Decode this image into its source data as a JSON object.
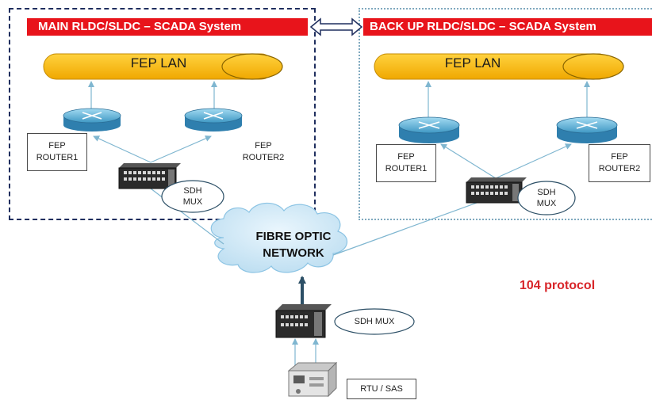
{
  "main_site": {
    "title": "MAIN RLDC/SLDC – SCADA System",
    "lan_label": "FEP LAN",
    "router1_line1": "FEP",
    "router1_line2": "ROUTER1",
    "router2_line1": "FEP",
    "router2_line2": "ROUTER2",
    "mux_line1": "SDH",
    "mux_line2": "MUX"
  },
  "backup_site": {
    "title": "BACK UP RLDC/SLDC – SCADA System",
    "lan_label": "FEP LAN",
    "router1_line1": "FEP",
    "router1_line2": "ROUTER1",
    "router2_line1": "FEP",
    "router2_line2": "ROUTER2",
    "mux_line1": "SDH",
    "mux_line2": "MUX"
  },
  "network": {
    "line1": "FIBRE OPTIC",
    "line2": "NETWORK"
  },
  "remote": {
    "mux_label": "SDH MUX",
    "rtu_label": "RTU / SAS"
  },
  "protocol_label": "104 protocol",
  "colors": {
    "title_bar": "#e8141b",
    "lan_fill": "#f5b800",
    "router_fill": "#7cc3e3",
    "cloud_fill": "#cfe8f6",
    "link_line": "#7fb6d0",
    "protocol_text": "#d8262a"
  }
}
